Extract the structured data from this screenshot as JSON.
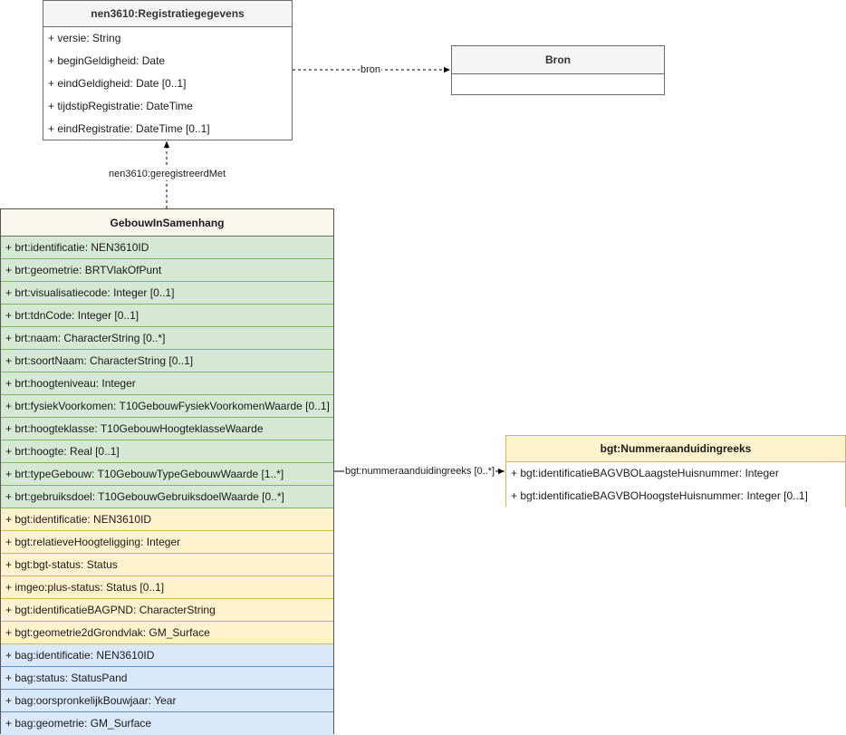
{
  "registratie": {
    "title": "nen3610:Registratiegegevens",
    "attributes": [
      "+ versie: String",
      "+ beginGeldigheid: Date",
      "+ eindGeldigheid: Date [0..1]",
      "+ tijdstipRegistratie: DateTime",
      "+ eindRegistratie: DateTime [0..1]"
    ]
  },
  "bron": {
    "title": "Bron"
  },
  "gebouw": {
    "title": "GebouwInSamenhang",
    "brt": [
      "+ brt:identificatie: NEN3610ID",
      "+ brt:geometrie: BRTVlakOfPunt",
      "+ brt:visualisatiecode: Integer [0..1]",
      "+ brt:tdnCode: Integer [0..1]",
      "+ brt:naam: CharacterString [0..*]",
      "+ brt:soortNaam: CharacterString [0..1]",
      "+ brt:hoogteniveau: Integer",
      "+ brt:fysiekVoorkomen: T10GebouwFysiekVoorkomenWaarde [0..1]",
      "+ brt:hoogteklasse: T10GebouwHoogteklasseWaarde",
      "+ brt:hoogte: Real [0..1]",
      "+ brt:typeGebouw: T10GebouwTypeGebouwWaarde [1..*]",
      "+ brt:gebruiksdoel: T10GebouwGebruiksdoelWaarde [0..*]"
    ],
    "bgt": [
      "+ bgt:identificatie: NEN3610ID",
      "+ bgt:relatieveHoogteligging: Integer",
      "+ bgt:bgt-status: Status",
      "+ imgeo:plus-status: Status [0..1]",
      "+ bgt:identificatieBAGPND: CharacterString",
      "+ bgt:geometrie2dGrondvlak: GM_Surface"
    ],
    "bag": [
      "+ bag:identificatie: NEN3610ID",
      "+ bag:status: StatusPand",
      "+ bag:oorspronkelijkBouwjaar: Year",
      "+ bag:geometrie: GM_Surface"
    ]
  },
  "nummeraanduiding": {
    "title": "bgt:Nummeraanduidingreeks",
    "attributes": [
      "+ bgt:identificatieBAGVBOLaagsteHuisnummer: Integer",
      "+ bgt:identificatieBAGVBOHoogsteHuisnummer: Integer [0..1]"
    ]
  },
  "relations": {
    "bron": "bron",
    "geregistreerdMet": "nen3610:geregistreerdMet",
    "nummeraanduidingreeks": "bgt:nummeraanduidingreeks [0..*]"
  }
}
